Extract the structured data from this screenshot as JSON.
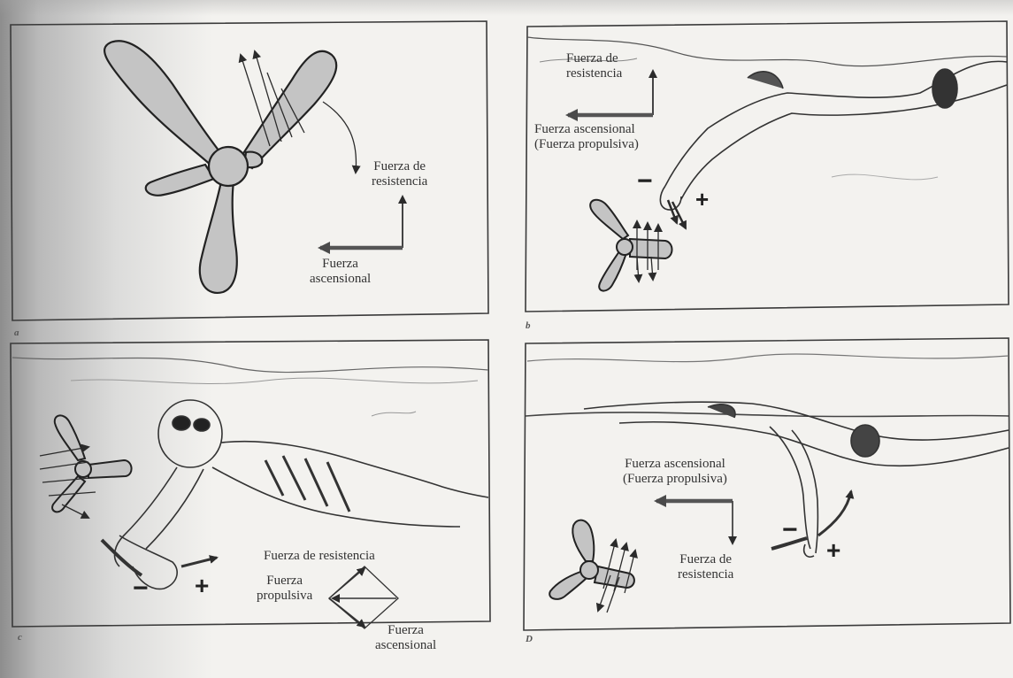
{
  "panel_a": {
    "letter": "a",
    "label_resistencia": [
      "Fuerza de",
      "resistencia"
    ],
    "label_ascensional": [
      "Fuerza",
      "ascensional"
    ]
  },
  "panel_b": {
    "letter": "b",
    "label_resistencia": [
      "Fuerza de",
      "resistencia"
    ],
    "label_ascensional": [
      "Fuerza ascensional",
      "(Fuerza propulsiva)"
    ],
    "sign_minus": "−",
    "sign_plus": "+"
  },
  "panel_c": {
    "letter": "c",
    "label_resistencia": "Fuerza de resistencia",
    "label_propulsiva": [
      "Fuerza",
      "propulsiva"
    ],
    "label_ascensional": [
      "Fuerza",
      "ascensional"
    ],
    "sign_minus": "−",
    "sign_plus": "+"
  },
  "panel_d": {
    "letter": "D",
    "label_ascensional": [
      "Fuerza ascensional",
      "(Fuerza propulsiva)"
    ],
    "label_resistencia": [
      "Fuerza de",
      "resistencia"
    ],
    "sign_minus": "−",
    "sign_plus": "+"
  },
  "colors": {
    "blade_fill": "#c4c4c4",
    "ink": "#2b2b2b",
    "arrow_dark": "#555555"
  }
}
